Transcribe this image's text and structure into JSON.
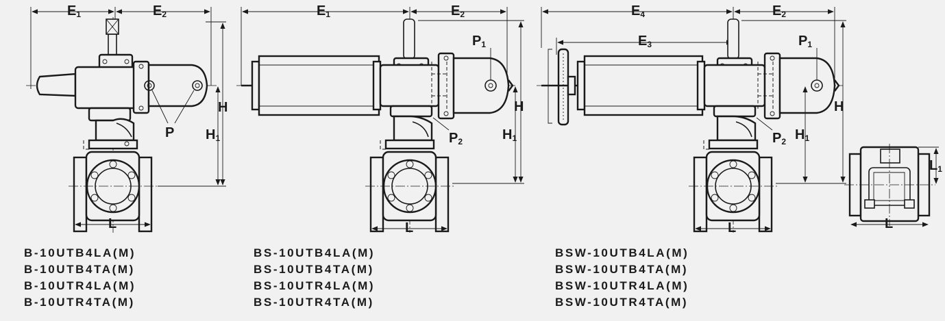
{
  "dimensions": {
    "E1": "E1",
    "E2": "E2",
    "E3": "E3",
    "E4": "E4",
    "H": "H",
    "H1": "H1",
    "L": "L",
    "L1": "L1",
    "P": "P",
    "P1": "P1",
    "P2": "P2"
  },
  "dimension_parts": {
    "E": "E",
    "H": "H",
    "L": "L",
    "P": "P",
    "sub1": "1",
    "sub2": "2",
    "sub3": "3",
    "sub4": "4"
  },
  "models": {
    "group_b": [
      "B-10UTB4LA(M)",
      "B-10UTB4TA(M)",
      "B-10UTR4LA(M)",
      "B-10UTR4TA(M)"
    ],
    "group_bs": [
      "BS-10UTB4LA(M)",
      "BS-10UTB4TA(M)",
      "BS-10UTR4LA(M)",
      "BS-10UTR4TA(M)"
    ],
    "group_bsw": [
      "BSW-10UTB4LA(M)",
      "BSW-10UTB4TA(M)",
      "BSW-10UTR4LA(M)",
      "BSW-10UTR4TA(M)"
    ]
  },
  "colors": {
    "ink": "#1a1a1a",
    "background": "#f1f1f1"
  }
}
